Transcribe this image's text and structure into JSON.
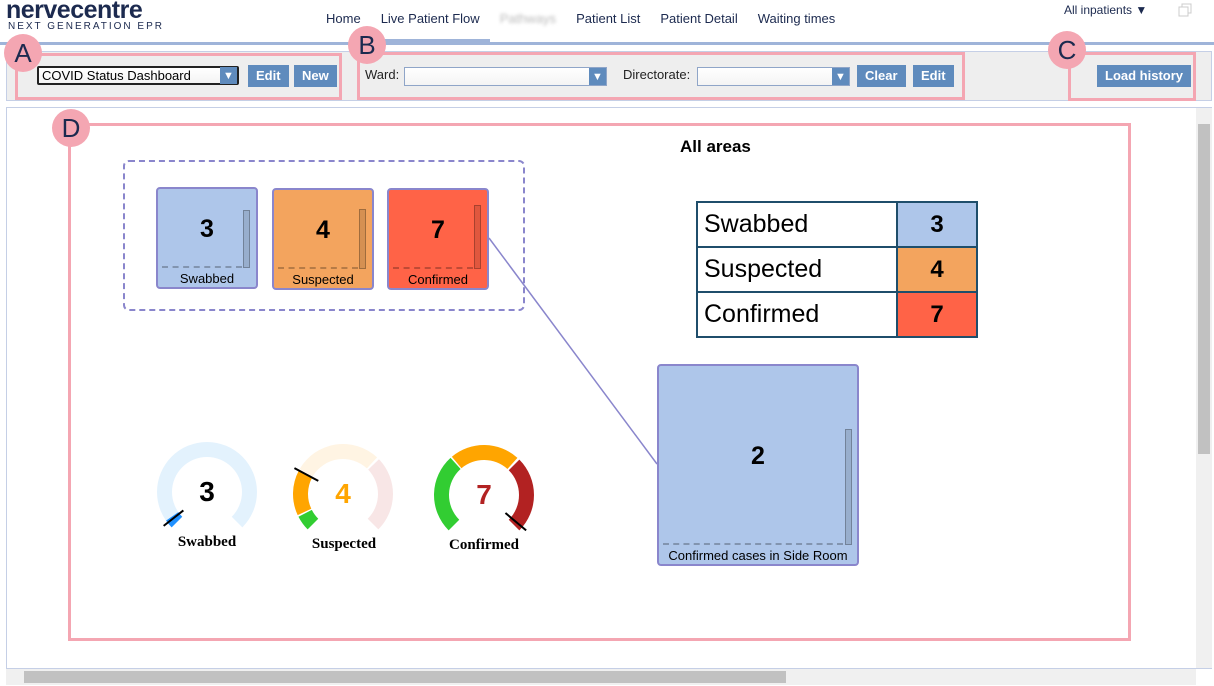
{
  "header": {
    "logo": "nervecentre",
    "logo_sub": "NEXT GENERATION EPR",
    "nav": [
      "Home",
      "Live Patient Flow",
      "Pathways",
      "Patient List",
      "Patient Detail",
      "Waiting times"
    ],
    "scope": "All inpatients ▼"
  },
  "toolbar": {
    "dashboard_value": "COVID Status Dashboard",
    "edit": "Edit",
    "new": "New",
    "ward_label": "Ward:",
    "ward_value": "",
    "directorate_label": "Directorate:",
    "directorate_value": "",
    "clear": "Clear",
    "edit2": "Edit",
    "load_history": "Load history"
  },
  "annotations": [
    "A",
    "B",
    "C",
    "D"
  ],
  "dashboard": {
    "title": "All areas",
    "tiles": [
      {
        "label": "Swabbed",
        "value": "3",
        "color": "#aec6ea"
      },
      {
        "label": "Suspected",
        "value": "4",
        "color": "#f3a45e"
      },
      {
        "label": "Confirmed",
        "value": "7",
        "color": "#ff6347"
      }
    ],
    "table": [
      {
        "label": "Swabbed",
        "value": "3"
      },
      {
        "label": "Suspected",
        "value": "4"
      },
      {
        "label": "Confirmed",
        "value": "7"
      }
    ],
    "gauges": [
      {
        "label": "Swabbed",
        "value": "3",
        "color": "#000000"
      },
      {
        "label": "Suspected",
        "value": "4",
        "color": "#ffa500"
      },
      {
        "label": "Confirmed",
        "value": "7",
        "color": "#b22222"
      }
    ],
    "side_room": {
      "label": "Confirmed cases in Side Room",
      "value": "2"
    }
  }
}
